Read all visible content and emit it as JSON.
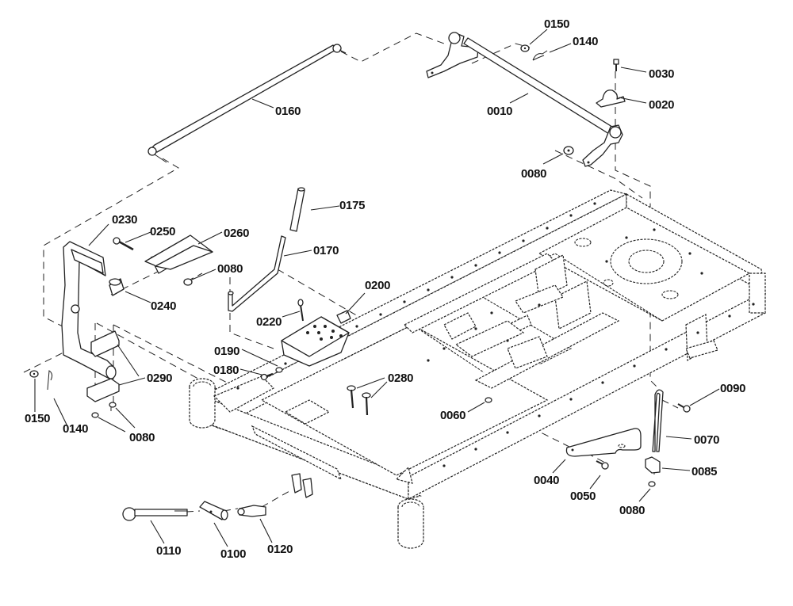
{
  "diagram": {
    "type": "exploded-parts-diagram",
    "subject": "Mower chassis frame and lift linkage",
    "callouts": [
      {
        "id": "c0150a",
        "label": "0150"
      },
      {
        "id": "c0140a",
        "label": "0140"
      },
      {
        "id": "c0030",
        "label": "0030"
      },
      {
        "id": "c0020",
        "label": "0020"
      },
      {
        "id": "c0010",
        "label": "0010"
      },
      {
        "id": "c0080a",
        "label": "0080"
      },
      {
        "id": "c0160",
        "label": "0160"
      },
      {
        "id": "c0175",
        "label": "0175"
      },
      {
        "id": "c0230",
        "label": "0230"
      },
      {
        "id": "c0250",
        "label": "0250"
      },
      {
        "id": "c0260",
        "label": "0260"
      },
      {
        "id": "c0170",
        "label": "0170"
      },
      {
        "id": "c0080b",
        "label": "0080"
      },
      {
        "id": "c0240",
        "label": "0240"
      },
      {
        "id": "c0200",
        "label": "0200"
      },
      {
        "id": "c0220",
        "label": "0220"
      },
      {
        "id": "c0190",
        "label": "0190"
      },
      {
        "id": "c0180",
        "label": "0180"
      },
      {
        "id": "c0290",
        "label": "0290"
      },
      {
        "id": "c0280",
        "label": "0280"
      },
      {
        "id": "c0150b",
        "label": "0150"
      },
      {
        "id": "c0140b",
        "label": "0140"
      },
      {
        "id": "c0080c",
        "label": "0080"
      },
      {
        "id": "c0060",
        "label": "0060"
      },
      {
        "id": "c0090",
        "label": "0090"
      },
      {
        "id": "c0070",
        "label": "0070"
      },
      {
        "id": "c0085",
        "label": "0085"
      },
      {
        "id": "c0040",
        "label": "0040"
      },
      {
        "id": "c0050",
        "label": "0050"
      },
      {
        "id": "c0080d",
        "label": "0080"
      },
      {
        "id": "c0110",
        "label": "0110"
      },
      {
        "id": "c0100",
        "label": "0100"
      },
      {
        "id": "c0120",
        "label": "0120"
      }
    ]
  }
}
